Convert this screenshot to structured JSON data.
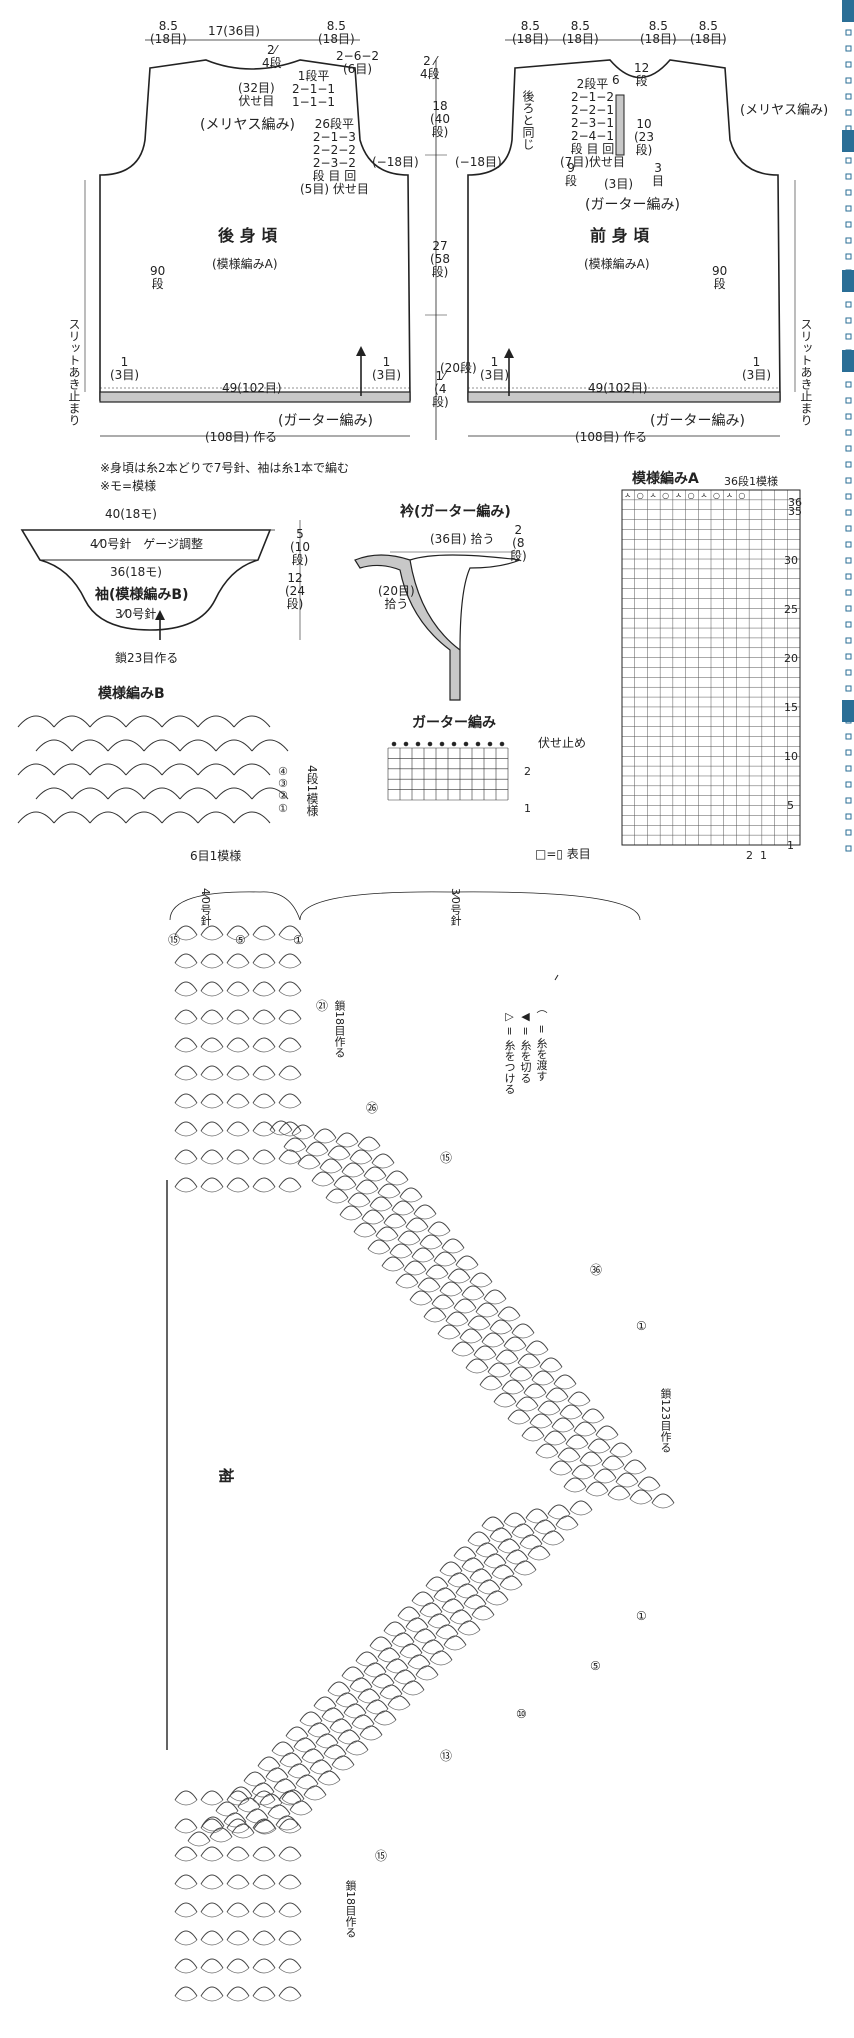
{
  "back": {
    "top_dims": [
      "8.5\n(18目)",
      "17(36目)",
      "8.5\n(18目)"
    ],
    "neck_rows": "2⁄\n4段",
    "neck_stitches": "(32目)\n伏せ目",
    "shoulder_decrease": "2−6−2\n(6目)",
    "neck_shaping": "1段平\n2−1−1\n1−1−1",
    "pattern_label": "(メリヤス編み)",
    "armhole_shaping": "26段平\n2−1−3\n2−2−2\n2−3−2\n段 目 回\n(5目) 伏せ目",
    "armhole_width": "(−18目)",
    "title": "後 身 頃",
    "subtitle": "(模様編みA)",
    "body_rows": "90\n段",
    "slit_label": "スリットあき止まり",
    "hem_side_left": "1\n(3目)",
    "hem_side_right": "1\n(3目)",
    "bottom_width": "49(102目)",
    "hem_label": "(ガーター編み)",
    "cast_on": "(108目) 作る"
  },
  "center_column": {
    "top_rows": "2 ⁄\n4段",
    "armhole_height": "18\n(40\n段)",
    "body_height": "27\n(58\n段)",
    "hem_height": "1⁄\n(4\n段)"
  },
  "front": {
    "top_dims": [
      "8.5\n(18目)",
      "8.5\n(18目)",
      "8.5\n(18目)",
      "8.5\n(18目)"
    ],
    "neck_depth": "6",
    "placket_rows": "12\n段",
    "same_as_back": "後ろと同じ",
    "neck_shaping": "2段平\n2−1−2\n2−2−1\n2−3−1\n2−4−1\n段 目 回\n(7目)伏せ目",
    "neck_side_rows": "9\n段",
    "placket_height": "10\n(23\n段)",
    "placket_stitches": "(3目)",
    "placket_width": "3\n目",
    "pattern_label": "(メリヤス編み)",
    "armhole_width": "(−18目)",
    "placket_label": "(ガーター編み)",
    "title": "前 身 頃",
    "subtitle": "(模様編みA)",
    "body_rows": "90\n段",
    "slit_label": "スリットあき止まり",
    "hem_side_left": "1\n(3目)",
    "hem_side_right": "1\n(3目)",
    "bottom_width": "49(102目)",
    "hem_label": "(ガーター編み)",
    "cast_on": "(108目) 作る",
    "slit_rows": "(20段)"
  },
  "notes": [
    "※身頃は糸2本どりで7号針、袖は糸1本で編む",
    "※モ=模様"
  ],
  "sleeve": {
    "top_width": "40(18モ)",
    "needle_top": "4⁄0号針　ゲージ調整",
    "mid_width": "36(18モ)",
    "title": "袖(模様編みB)",
    "needle_bottom": "3⁄0号針",
    "chain": "鎖23目作る",
    "rows_top": "5\n(10\n段)",
    "rows_bottom": "12\n(24\n段)"
  },
  "collar": {
    "title": "衿(ガーター編み)",
    "pickup_back": "(36目) 拾う",
    "rows": "2\n(8\n段)",
    "pickup_front": "(20目)\n拾う"
  },
  "pattern_a": {
    "title": "模様編みA",
    "subtitle": "36段1模様",
    "row_labels": [
      "36",
      "35",
      "30",
      "25",
      "20",
      "15",
      "10",
      "5",
      "1"
    ],
    "bottom_labels": [
      "2",
      "1"
    ],
    "legend": "□=▯ 表目"
  },
  "pattern_b": {
    "title": "模様編みB",
    "repeat": "6目1模様",
    "rows": [
      "④",
      "③",
      "②",
      "①"
    ],
    "rows_label": "4段1模様"
  },
  "garter": {
    "title": "ガーター編み",
    "bind_off": "伏せ止め",
    "row_labels": [
      "2",
      "1"
    ]
  },
  "sleeve_chart": {
    "needle_left": "4⁄0号針",
    "needle_right": "3⁄0号針",
    "legend": [
      "▷ = 糸をつける",
      "◀ = 糸を切る",
      "⌒ = 糸を渡す"
    ],
    "chain_top": "鎖18目作る",
    "chain_mid": "鎖123目作る",
    "chain_bottom": "鎖18目作る",
    "center_label": "袖",
    "markers": [
      "⑮",
      "⑤",
      "①",
      "㉑",
      "㉖",
      "⑮",
      "㊱",
      "①",
      "⑤",
      "⑩",
      "⑬",
      "⑮",
      "①"
    ]
  },
  "colors": {
    "line": "#222222",
    "hem_fill": "#c8c8c8",
    "grid": "#555555",
    "tab_accent": "#2a6e96"
  }
}
